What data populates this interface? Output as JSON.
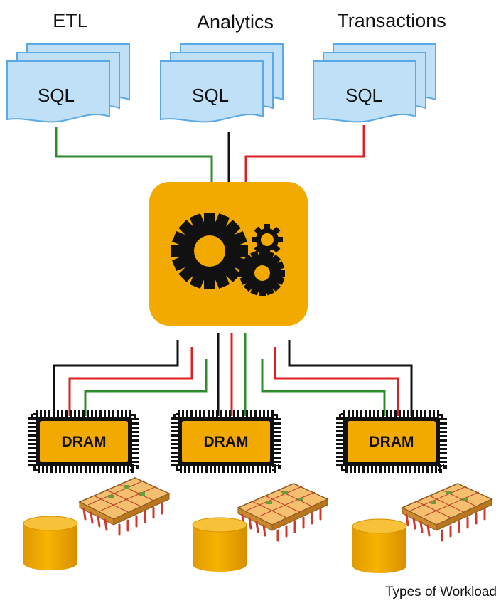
{
  "workloads": [
    {
      "title": "ETL",
      "doc_label": "SQL",
      "wire_color": "#2e8b2e"
    },
    {
      "title": "Analytics",
      "doc_label": "SQL",
      "wire_color": "#111111"
    },
    {
      "title": "Transactions",
      "doc_label": "SQL",
      "wire_color": "#e02020"
    }
  ],
  "engine": {
    "icon": "gears-icon",
    "color": "#f2a900"
  },
  "memory_nodes": [
    {
      "label": "DRAM"
    },
    {
      "label": "DRAM"
    },
    {
      "label": "DRAM"
    }
  ],
  "storage": {
    "disk_icon": "database-cylinder-icon",
    "chip_icon": "memory-chip-icon",
    "color": "#f2a900"
  },
  "caption": "Types of Workload",
  "colors": {
    "doc_fill": "#bfe0f7",
    "doc_stroke": "#5aa9e6",
    "black_wire": "#111111",
    "red_wire": "#e02020",
    "green_wire": "#2e8b2e"
  }
}
